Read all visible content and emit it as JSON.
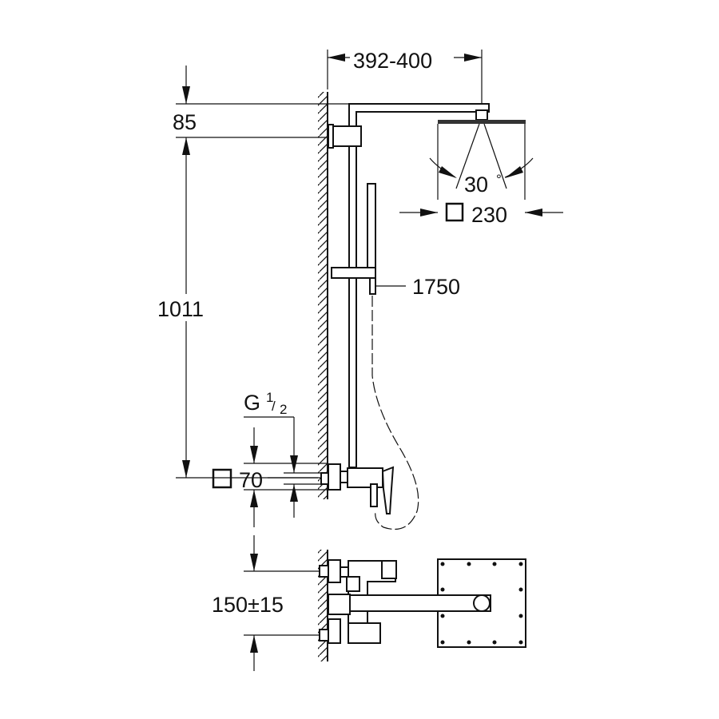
{
  "title": "Shower system dimensional drawing",
  "dimensions": {
    "arm_projection": "392-400",
    "top_offset": "85",
    "height": "1011",
    "spray_angle_value": "30",
    "spray_angle_unit": "°",
    "head_size": "230",
    "hose_length": "1750",
    "thread_base": "G",
    "thread_num": "1",
    "thread_den": "2",
    "flange_size": "70",
    "connection_spacing": "150±15"
  }
}
